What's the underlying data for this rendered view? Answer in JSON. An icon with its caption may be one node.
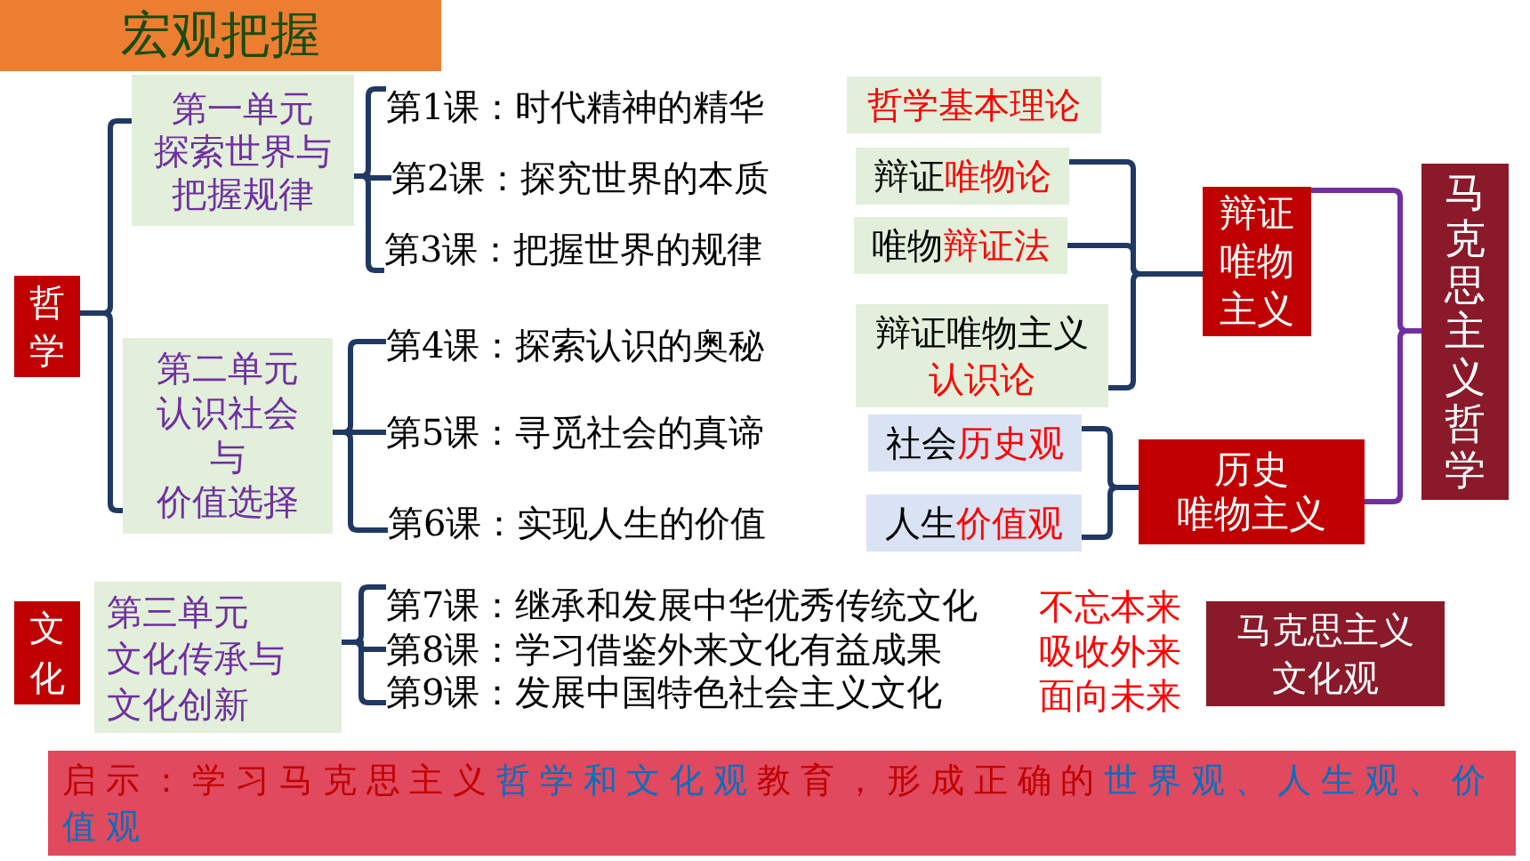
{
  "diagram": {
    "title": "宏观把握",
    "nodes": [
      {
        "text": [
          "哲学"
        ]
      },
      {
        "text": [
          "第一单元",
          "探索世界与把握规律"
        ]
      },
      {
        "text": [
          "第二单元",
          "认识社会与价值选择"
        ]
      },
      {
        "text": [
          "第1课：时代精神的精华"
        ]
      },
      {
        "text": [
          "第2课：探究世界的本质"
        ]
      },
      {
        "text": [
          "第3课：把握世界的规律"
        ]
      },
      {
        "text": [
          "第4课：探索认识的奥秘"
        ]
      },
      {
        "text": [
          "第5课：寻觅社会的真谛"
        ]
      },
      {
        "text": [
          "第6课：实现人生的价值"
        ]
      },
      {
        "text": [
          "哲学基本理论"
        ]
      },
      {
        "text": [
          "辩证",
          "唯物论"
        ]
      },
      {
        "text": [
          "唯物",
          "辩证法"
        ]
      },
      {
        "text": [
          "辩证唯物主义",
          "认识论"
        ]
      },
      {
        "text": [
          "社会",
          "历史观"
        ]
      },
      {
        "text": [
          "人生",
          "价值观"
        ]
      },
      {
        "text": [
          "辩证唯物主义"
        ]
      },
      {
        "text": [
          "历史唯物主义"
        ]
      },
      {
        "text": [
          "马克思主义哲学"
        ]
      },
      {
        "text": [
          "文化"
        ]
      },
      {
        "text": [
          "第三单元",
          "文化传承与文化创新"
        ]
      },
      {
        "text": [
          "第7课：继承和发展中华优秀传统文化"
        ]
      },
      {
        "text": [
          "第8课：学习借鉴外来文化有益成果"
        ]
      },
      {
        "text": [
          "第9课：发展中国特色社会主义文化"
        ]
      },
      {
        "text": [
          "马克思主义文化观"
        ]
      },
      {
        "text": [
          "启示：学习马克思主义",
          "哲学和文化观",
          "教育，形成正确的",
          "世界观、人生观、价值观"
        ]
      }
    ],
    "edges": [
      {
        "from": 0,
        "to": 1,
        "arrow": "none"
      },
      {
        "from": 0,
        "to": 2,
        "arrow": "none"
      },
      {
        "from": 1,
        "to": 3,
        "arrow": "none"
      },
      {
        "from": 1,
        "to": 4,
        "arrow": "none"
      },
      {
        "from": 1,
        "to": 5,
        "arrow": "none"
      },
      {
        "from": 2,
        "to": 6,
        "arrow": "none"
      },
      {
        "from": 2,
        "to": 7,
        "arrow": "none"
      },
      {
        "from": 2,
        "to": 8,
        "arrow": "none"
      },
      {
        "from": 10,
        "to": 15,
        "arrow": "none"
      },
      {
        "from": 11,
        "to": 15,
        "arrow": "none"
      },
      {
        "from": 12,
        "to": 15,
        "arrow": "none"
      },
      {
        "from": 13,
        "to": 16,
        "arrow": "none"
      },
      {
        "from": 14,
        "to": 16,
        "arrow": "none"
      },
      {
        "from": 15,
        "to": 17,
        "arrow": "none",
        "color": "#7030a0"
      },
      {
        "from": 16,
        "to": 17,
        "arrow": "none",
        "color": "#7030a0"
      },
      {
        "from": 19,
        "to": 20,
        "arrow": "none"
      },
      {
        "from": 19,
        "to": 21,
        "arrow": "none"
      },
      {
        "from": 19,
        "to": 22,
        "arrow": "none"
      }
    ],
    "labels": [
      "不忘本来",
      "吸收外来",
      "面向未来"
    ]
  }
}
